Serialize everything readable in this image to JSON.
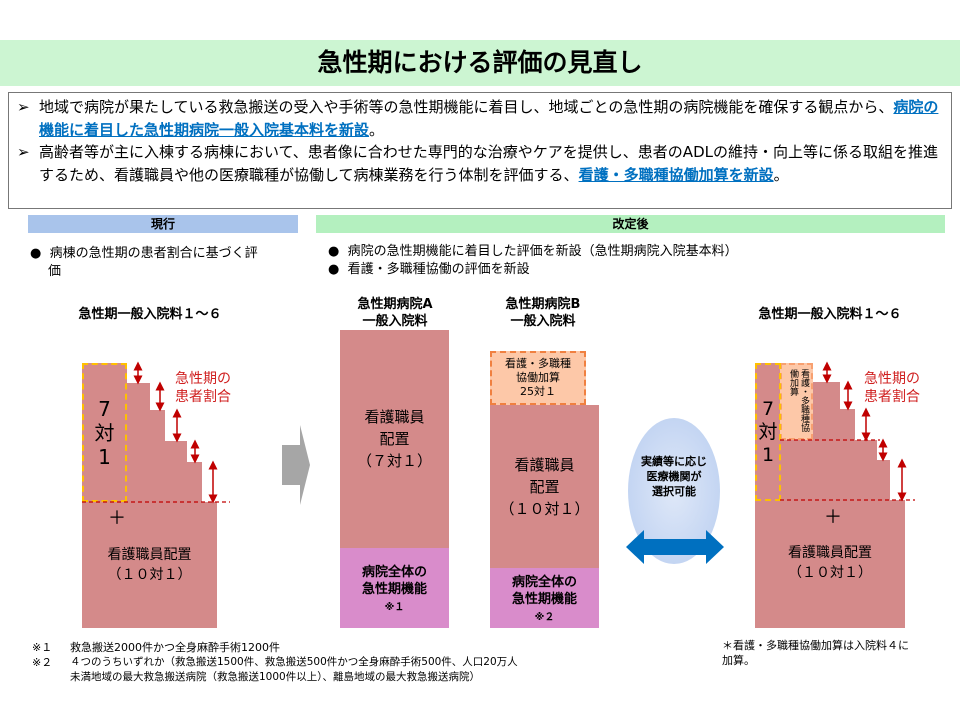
{
  "title": "急性期における評価の見直し",
  "summary": [
    {
      "text1": "地域で病院が果たしている救急搬送の受入や手術等の急性期機能に着目し、地域ごとの急性期の病院機能を確保する観点から、",
      "highlight": "病院の機能に着目した急性期病院一般入院基本料を新設",
      "text2": "。"
    },
    {
      "text1": "高齢者等が主に入棟する病棟において、患者像に合わせた専門的な治療やケアを提供し、患者のADLの維持・向上等に係る取組を推進するため、看護職員や他の医療職種が協働して病棟業務を行う体制を評価する、",
      "highlight": "看護・多職種協働加算を新設",
      "text2": "。"
    }
  ],
  "current": {
    "header": "現行",
    "bullets": [
      "病棟の急性期の患者割合に基づく評価"
    ],
    "chart_title": "急性期一般入院料１～６",
    "ratio_label": "7\n対\n1",
    "acute_label": "急性期の\n患者割合",
    "plus": "＋",
    "base_label": "看護職員配置\n（１０対１）"
  },
  "revised": {
    "header": "改定後",
    "bullets": [
      "病院の急性期機能に着目した評価を新設（急性期病院入院基本料）",
      "看護・多職種協働の評価を新設"
    ],
    "hospital_a": {
      "title": "急性期病院A\n一般入院料",
      "staff": "看護職員\n配置\n（７対１）",
      "function": "病院全体の\n急性期機能",
      "note": "※１"
    },
    "hospital_b": {
      "title": "急性期病院B\n一般入院料",
      "addon": "看護・多職種\n協働加算\n25対１",
      "staff": "看護職員\n配置\n（１０対１）",
      "function": "病院全体の\n急性期機能",
      "note": "※２"
    },
    "choice": "実績等に応じ\n医療機関が\n選択可能",
    "right": {
      "chart_title": "急性期一般入院料１～６",
      "ratio_label": "7\n対\n1",
      "addon": "看護・多職種協働加算",
      "acute_label": "急性期の\n患者割合",
      "plus": "＋",
      "base_label": "看護職員配置\n（１０対１）"
    }
  },
  "footnotes": [
    {
      "mark": "※１",
      "text": "救急搬送2000件かつ全身麻酔手術1200件"
    },
    {
      "mark": "※２",
      "text": "４つのうちいずれか（救急搬送1500件、救急搬送500件かつ全身麻酔手術500件、人口20万人\n未満地域の最大救急搬送病院（救急搬送1000件以上）、離島地域の最大救急搬送病院）"
    }
  ],
  "side_note": "＊看護・多職種協働加算は入院料４に\n加算。",
  "colors": {
    "salmon": "#d48a8a",
    "pink": "#d98ccb",
    "red": "#c00000",
    "orange": "#ffc000",
    "blue": "#0070c0"
  }
}
